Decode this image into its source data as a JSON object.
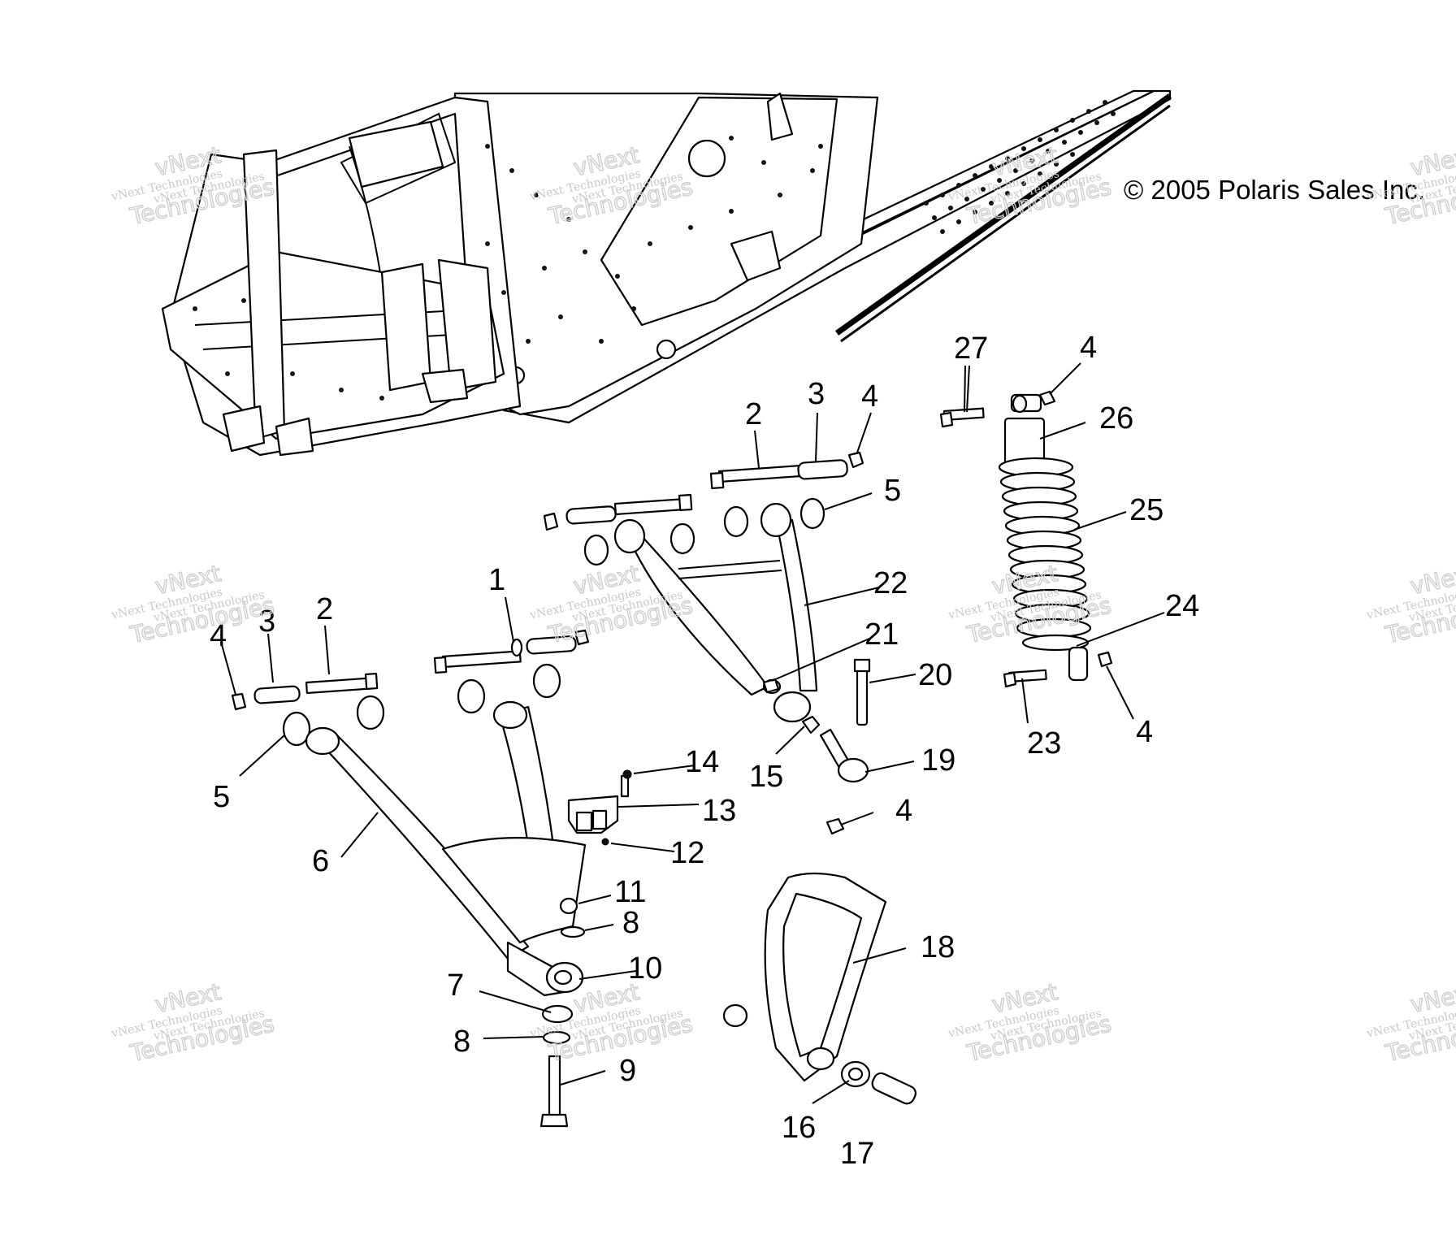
{
  "copyright": "© 2005 Polaris Sales Inc.",
  "watermark": {
    "small": "vNext Technologies",
    "big_line1": "vNext",
    "big_line2": "Technologies"
  },
  "callouts": [
    "1",
    "2",
    "2",
    "3",
    "3",
    "4",
    "4",
    "4",
    "4",
    "4",
    "5",
    "5",
    "6",
    "7",
    "8",
    "8",
    "9",
    "10",
    "11",
    "12",
    "13",
    "14",
    "15",
    "16",
    "17",
    "18",
    "19",
    "20",
    "21",
    "22",
    "23",
    "24",
    "25",
    "26",
    "27"
  ]
}
